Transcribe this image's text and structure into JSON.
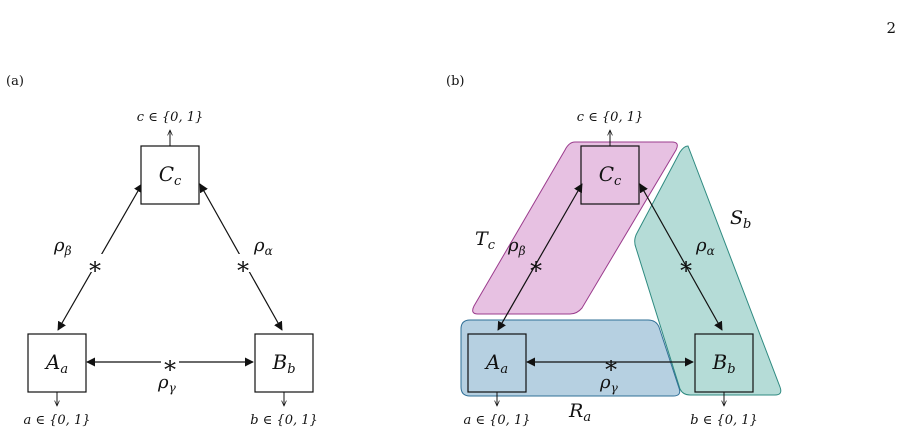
{
  "page_number": "2",
  "panels": {
    "a": {
      "label": "(a)",
      "nodes": {
        "top": {
          "main": "C",
          "sub": "c",
          "output": "c ∈ {0, 1}"
        },
        "left": {
          "main": "A",
          "sub": "a",
          "output": "a ∈ {0, 1}"
        },
        "right": {
          "main": "B",
          "sub": "b",
          "output": "b ∈ {0, 1}"
        }
      },
      "sources": {
        "left_edge": {
          "symbol": "∗",
          "rho": "ρ",
          "sub": "β"
        },
        "right_edge": {
          "symbol": "∗",
          "rho": "ρ",
          "sub": "α"
        },
        "bottom_edge": {
          "symbol": "∗",
          "rho": "ρ",
          "sub": "γ"
        }
      }
    },
    "b": {
      "label": "(b)",
      "nodes": {
        "top": {
          "main": "C",
          "sub": "c",
          "output": "c ∈ {0, 1}"
        },
        "left": {
          "main": "A",
          "sub": "a",
          "output": "a ∈ {0, 1}"
        },
        "right": {
          "main": "B",
          "sub": "b",
          "output": "b ∈ {0, 1}"
        }
      },
      "sources": {
        "left_edge": {
          "symbol": "∗",
          "rho": "ρ",
          "sub": "β"
        },
        "right_edge": {
          "symbol": "∗",
          "rho": "ρ",
          "sub": "α"
        },
        "bottom_edge": {
          "symbol": "∗",
          "rho": "ρ",
          "sub": "γ"
        }
      },
      "regions": {
        "T": {
          "main": "T",
          "sub": "c",
          "color": "#e3b6dd",
          "stroke": "#9b3c8d"
        },
        "S": {
          "main": "S",
          "sub": "b",
          "color": "#a8d6d0",
          "stroke": "#2e8a80"
        },
        "R": {
          "main": "R",
          "sub": "a",
          "color": "#a9c8dc",
          "stroke": "#2f6f96"
        }
      }
    }
  }
}
